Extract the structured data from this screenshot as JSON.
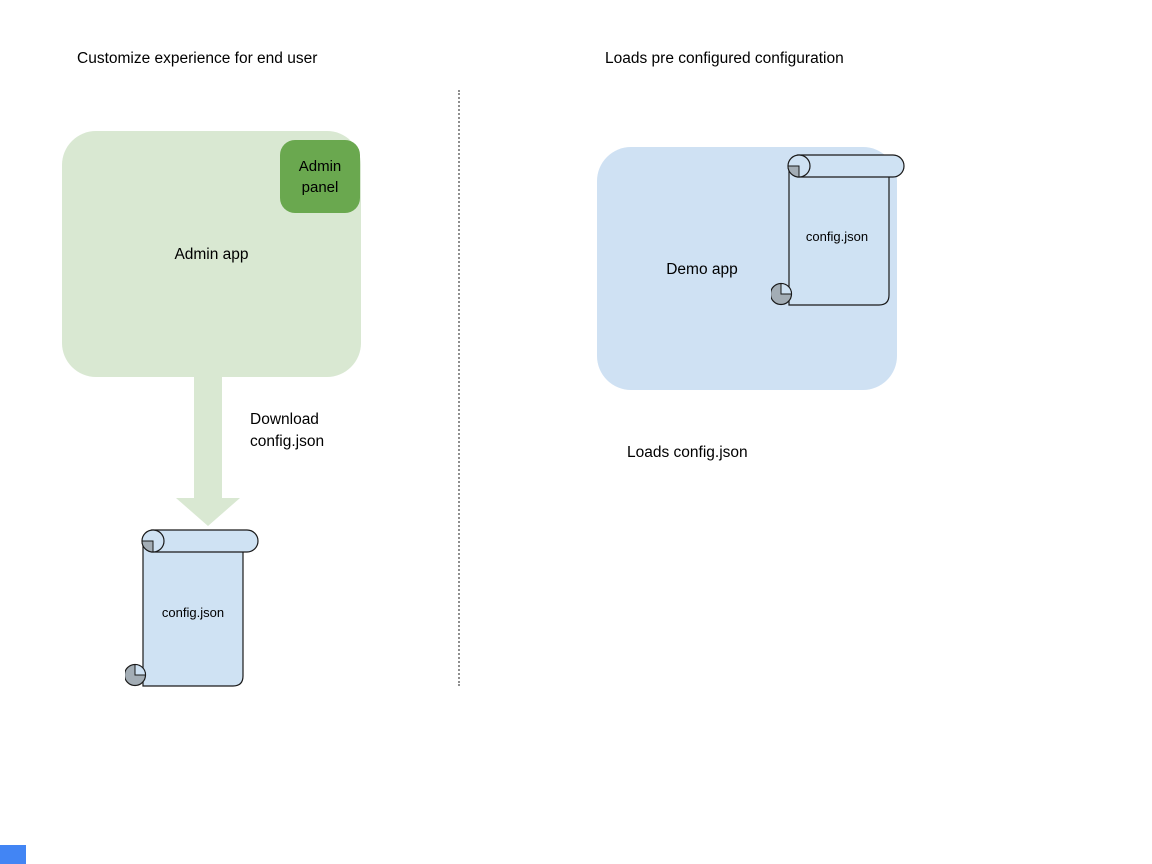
{
  "diagram": {
    "left": {
      "title": "Customize experience for end user",
      "app_label": "Admin app",
      "panel_label": "Admin panel",
      "arrow_label": "Download\nconfig.json",
      "file_label": "config.json"
    },
    "right": {
      "title": "Loads pre configured configuration",
      "app_label": "Demo app",
      "file_label": "config.json",
      "caption": "Loads config.json"
    },
    "colors": {
      "app_light_green": "#d9e8d2",
      "panel_dark_green": "#6aa84f",
      "app_light_blue": "#cfe1f3",
      "scroll_fill_blue": "#cfe2f3",
      "scroll_curl_gray": "#a3adb5",
      "arrow_green": "#d9e8d2",
      "divider_gray": "#8f8f8f",
      "corner_marker_blue": "#4285f4"
    }
  }
}
